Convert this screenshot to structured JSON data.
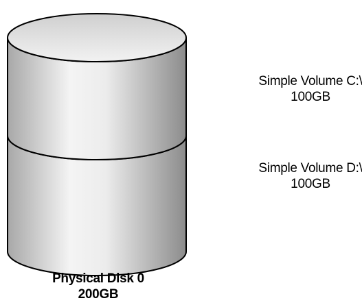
{
  "volumes": [
    {
      "name": "Simple Volume C:\\",
      "size": "100GB"
    },
    {
      "name": "Simple Volume D:\\",
      "size": "100GB"
    }
  ],
  "disk": {
    "name": "Physical Disk 0",
    "size": "200GB"
  },
  "colors": {
    "outline": "#000000",
    "body_light": "#ffffff",
    "body_mid": "#d9d9d9",
    "body_dark": "#8c8c8c",
    "top_fill": "#e6e6e6"
  }
}
